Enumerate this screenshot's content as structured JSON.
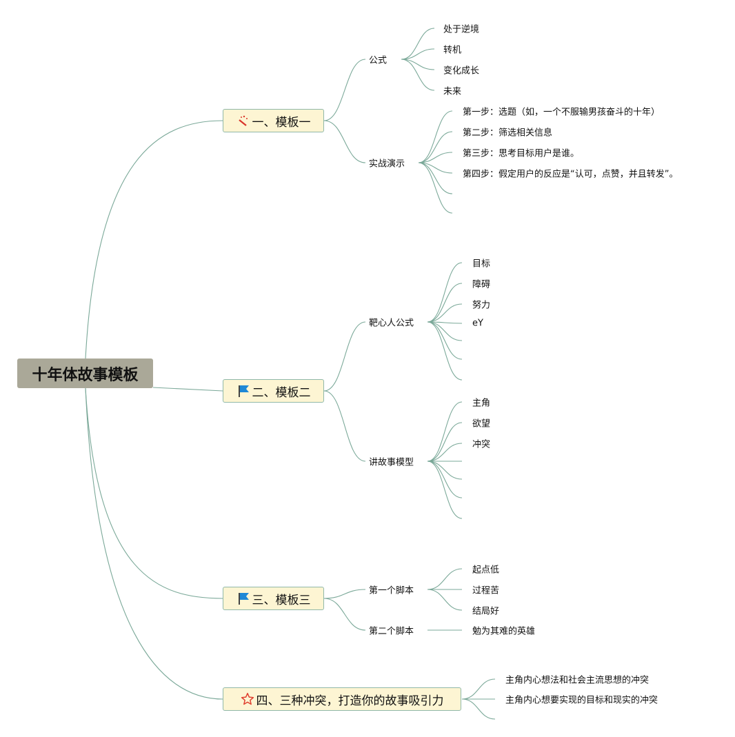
{
  "root": {
    "label": "十年体故事模板"
  },
  "branches": [
    {
      "label": "一、模板一",
      "icon": "magic-wand-icon",
      "icon_color": "#d9342b",
      "children": [
        {
          "label": "公式",
          "leaves": [
            "处于逆境",
            "转机",
            "变化成长",
            "未来"
          ]
        },
        {
          "label": "实战演示",
          "leaves": [
            "第一步：选题（如，一个不服输男孩奋斗的十年）",
            "第二步：筛选相关信息",
            "第三步：思考目标用户是谁。",
            "第四步：假定用户的反应是“认可，点赞，并且转发”。",
            "",
            ""
          ]
        }
      ]
    },
    {
      "label": "二、模板二",
      "icon": "flag-icon",
      "icon_color": "#1e88d6",
      "children": [
        {
          "label": "靶心人公式",
          "leaves": [
            "目标",
            "障碍",
            "努力",
            "eY",
            "",
            "",
            ""
          ]
        },
        {
          "label": "讲故事模型",
          "leaves": [
            "主角",
            "欲望",
            "冲突",
            "",
            "",
            "",
            ""
          ]
        }
      ]
    },
    {
      "label": "三、模板三",
      "icon": "flag-icon",
      "icon_color": "#1e88d6",
      "children": [
        {
          "label": "第一个脚本",
          "leaves": [
            "起点低",
            "过程苦",
            "结局好"
          ]
        },
        {
          "label": "第二个脚本",
          "leaves": [
            "勉为其难的英雄"
          ]
        }
      ]
    },
    {
      "label": "四、三种冲突，打造你的故事吸引力",
      "icon": "star-icon",
      "icon_color": "#e0402f",
      "children": [],
      "leaves": [
        "主角内心想法和社会主流思想的冲突",
        "主角内心想要实现的目标和现实的冲突",
        ""
      ]
    }
  ],
  "colors": {
    "line": "#7aa898",
    "root_bg": "#aaa898",
    "branch_bg": "#fdf5d3"
  }
}
